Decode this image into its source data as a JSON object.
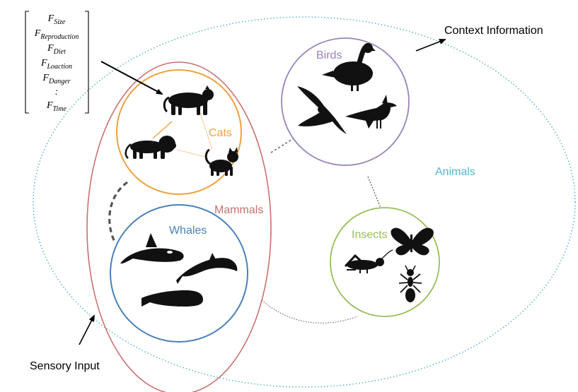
{
  "features": [
    {
      "base": "F",
      "sub": "Size"
    },
    {
      "base": "F",
      "sub": "Reproduction"
    },
    {
      "base": "F",
      "sub": "Diet"
    },
    {
      "base": "F",
      "sub": "Loaction"
    },
    {
      "base": "F",
      "sub": "Danger"
    },
    {
      "base": ":",
      "sub": ""
    },
    {
      "base": "F",
      "sub": "Time"
    }
  ],
  "labels": {
    "context": "Context Information",
    "sensory": "Sensory Input",
    "animals": "Animals",
    "mammals": "Mammals",
    "cats": "Cats",
    "whales": "Whales",
    "birds": "Birds",
    "insects": "Insects"
  },
  "colors": {
    "animals": "#5ab4cf",
    "mammals": "#c9706f",
    "cats": "#f0a040",
    "whales": "#4a80b8",
    "birds": "#9a84b8",
    "insects": "#96bf5a",
    "links": "#555555",
    "silhouette": "#111111"
  },
  "icons": {
    "tiger": "tiger-icon",
    "lion": "lion-icon",
    "cat": "cat-icon",
    "orca": "orca-icon",
    "dolphin": "dolphin-icon",
    "sperm_whale": "sperm-whale-icon",
    "goose": "goose-icon",
    "eagle": "eagle-icon",
    "cardinal": "cardinal-icon",
    "butterfly": "butterfly-icon",
    "grasshopper": "grasshopper-icon",
    "ant": "ant-icon"
  }
}
